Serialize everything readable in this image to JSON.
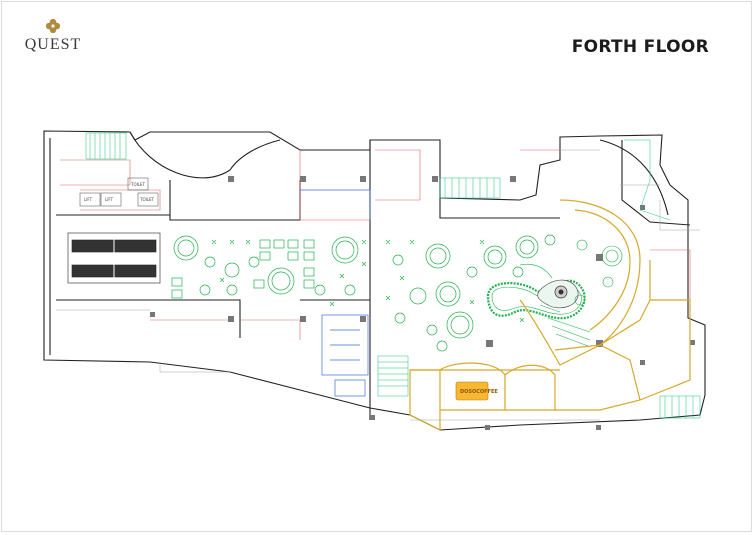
{
  "brand": {
    "logo_text": "QUEST",
    "logo_icon": "quatrefoil-gold"
  },
  "title": "FORTH FLOOR",
  "labels": {
    "lift_a": "LIFT",
    "lift_b": "LIFT",
    "toilet_a": "TOILET",
    "toilet_b": "TOILET",
    "coffee": "DOSOCOFFEE"
  },
  "colors": {
    "wall": "#111111",
    "furniture": "#22b14c",
    "outline": "#d7a82b",
    "stairs": "#19c37d",
    "partition": "#e06060",
    "service": "#3f6fd8",
    "coffee_fill": "#f7b733"
  }
}
